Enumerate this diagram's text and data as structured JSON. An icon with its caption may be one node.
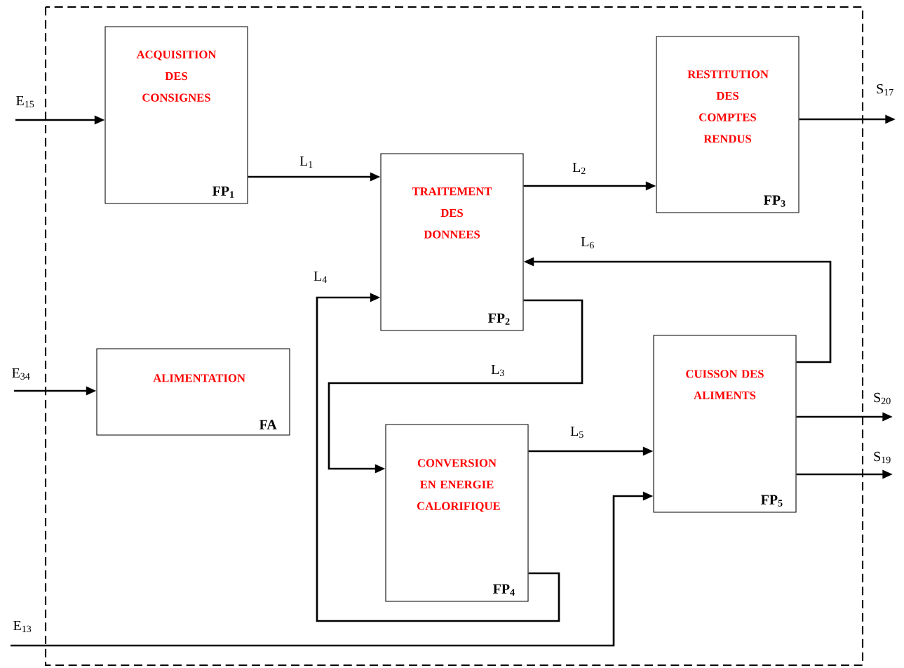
{
  "diagram": {
    "nodes": [
      {
        "text": [
          "ACQUISITION DES CONSIGNES",
          "FP$_{1}$"
        ]
      },
      {
        "text": [
          "RESTITUTION DES COMPTES RENDUS",
          "FP$_{3}$"
        ]
      },
      {
        "text": [
          "TRAITEMENT DES DONNEES",
          "FP$_{2}$"
        ]
      },
      {
        "text": [
          "ALIMENTATION",
          "FA"
        ]
      },
      {
        "text": [
          "CUISSON DES ALIMENTS",
          "FP$_{5}$"
        ]
      },
      {
        "text": [
          "CONVERSION EN ENERGIE CALORIFIQUE",
          "FP$_{4}$"
        ]
      }
    ],
    "edges": [
      {
        "from": null,
        "to": 0,
        "arrow": "to",
        "label": "E$_{15}$"
      },
      {
        "from": 0,
        "to": 2,
        "arrow": "to",
        "label": "L$_{1}$"
      },
      {
        "from": 2,
        "to": 1,
        "arrow": "to",
        "label": "L$_{2}$"
      },
      {
        "from": 1,
        "to": null,
        "arrow": "to",
        "label": "S$_{17}$"
      },
      {
        "from": 4,
        "to": 2,
        "arrow": "to",
        "label": "L$_{6}$"
      },
      {
        "from": 5,
        "to": 2,
        "arrow": "to",
        "label": "L$_{4}$"
      },
      {
        "from": 2,
        "to": 5,
        "arrow": "to",
        "label": "L$_{3}$"
      },
      {
        "from": null,
        "to": 3,
        "arrow": "to",
        "label": "E$_{34}$"
      },
      {
        "from": 5,
        "to": 4,
        "arrow": "to",
        "label": "L$_{5}$"
      },
      {
        "from": 4,
        "to": null,
        "arrow": "to",
        "label": "S$_{20}$"
      },
      {
        "from": 4,
        "to": null,
        "arrow": "to",
        "label": "S$_{19}$"
      },
      {
        "from": null,
        "to": 4,
        "arrow": "to",
        "label": "E$_{13}$"
      }
    ]
  }
}
